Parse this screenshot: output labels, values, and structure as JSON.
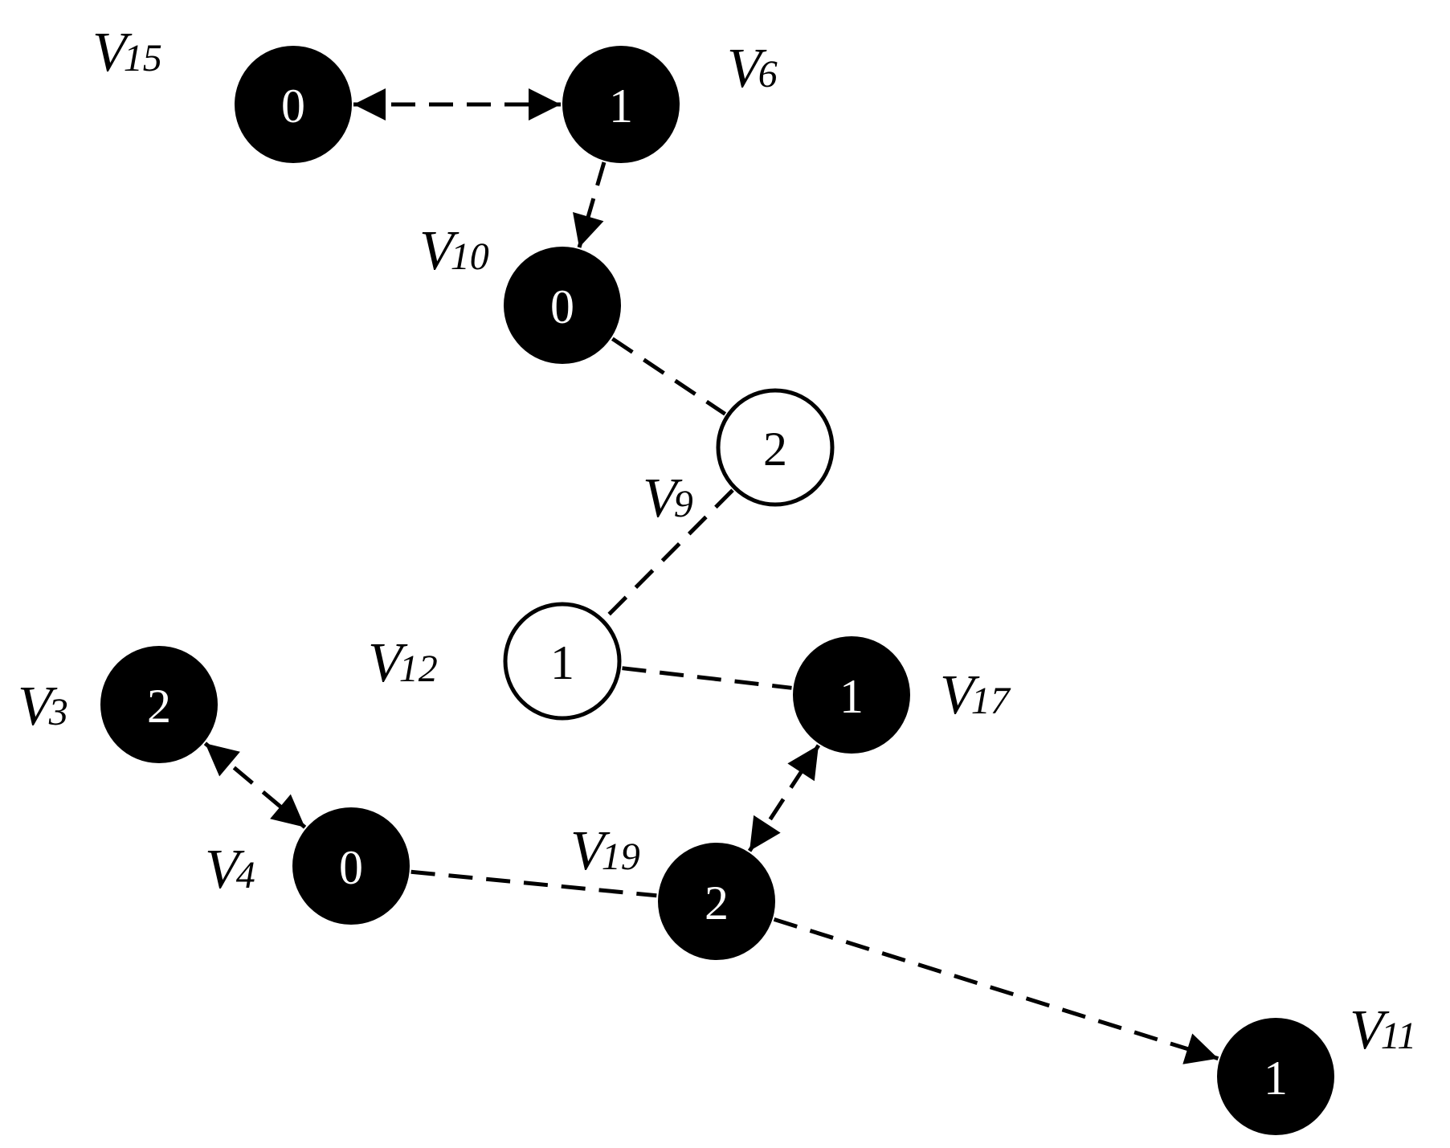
{
  "nodes": [
    {
      "id": "V15",
      "value": "0",
      "style": "filled",
      "label": {
        "main": "V",
        "sub": "15"
      }
    },
    {
      "id": "V6",
      "value": "1",
      "style": "filled",
      "label": {
        "main": "V",
        "sub": "6"
      }
    },
    {
      "id": "V10",
      "value": "0",
      "style": "filled",
      "label": {
        "main": "V",
        "sub": "10"
      }
    },
    {
      "id": "V9",
      "value": "2",
      "style": "open",
      "label": {
        "main": "V",
        "sub": "9"
      }
    },
    {
      "id": "V12",
      "value": "1",
      "style": "open",
      "label": {
        "main": "V",
        "sub": "12"
      }
    },
    {
      "id": "V17",
      "value": "1",
      "style": "filled",
      "label": {
        "main": "V",
        "sub": "17"
      }
    },
    {
      "id": "V3",
      "value": "2",
      "style": "filled",
      "label": {
        "main": "V",
        "sub": "3"
      }
    },
    {
      "id": "V4",
      "value": "0",
      "style": "filled",
      "label": {
        "main": "V",
        "sub": "4"
      }
    },
    {
      "id": "V19",
      "value": "2",
      "style": "filled",
      "label": {
        "main": "V",
        "sub": "19"
      }
    },
    {
      "id": "V11",
      "value": "1",
      "style": "filled",
      "label": {
        "main": "V",
        "sub": "11"
      }
    }
  ],
  "edges": [
    {
      "from": "V15",
      "to": "V6",
      "arrow": "both"
    },
    {
      "from": "V6",
      "to": "V10",
      "arrow": "end"
    },
    {
      "from": "V10",
      "to": "V9",
      "arrow": "none"
    },
    {
      "from": "V9",
      "to": "V12",
      "arrow": "none"
    },
    {
      "from": "V12",
      "to": "V17",
      "arrow": "none"
    },
    {
      "from": "V3",
      "to": "V4",
      "arrow": "both"
    },
    {
      "from": "V4",
      "to": "V19",
      "arrow": "none"
    },
    {
      "from": "V19",
      "to": "V17",
      "arrow": "both"
    },
    {
      "from": "V19",
      "to": "V11",
      "arrow": "end"
    }
  ],
  "colors": {
    "filled": "#000000",
    "open": "#ffffff",
    "line": "#000000"
  }
}
